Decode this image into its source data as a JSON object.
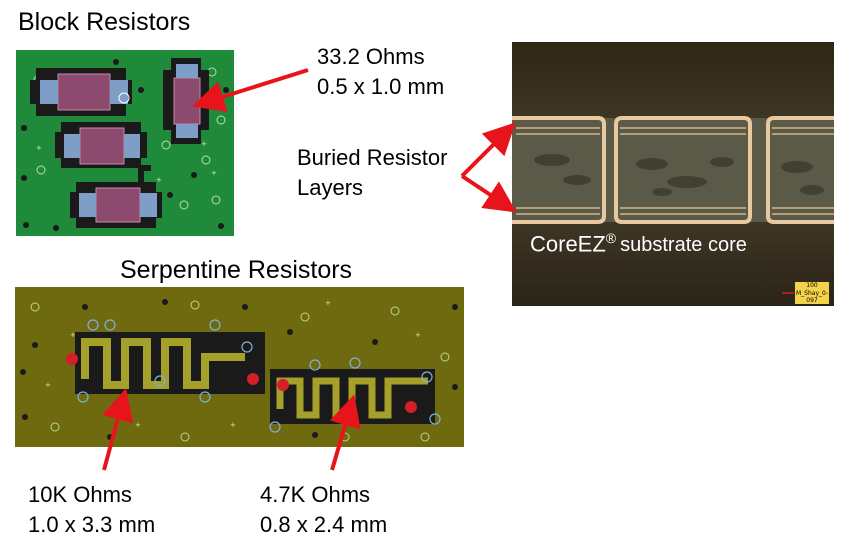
{
  "titles": {
    "block": "Block Resistors",
    "serpentine": "Serpentine Resistors"
  },
  "labels": {
    "block_value": "33.2 Ohms",
    "block_size": "0.5 x 1.0 mm",
    "buried_line1": "Buried Resistor",
    "buried_line2": "Layers",
    "serp1_value": "10K Ohms",
    "serp1_size": "1.0 x 3.3 mm",
    "serp2_value": "4.7K Ohms",
    "serp2_size": "0.8 x 2.4 mm"
  },
  "core": {
    "brand": "CoreEZ",
    "mark": "®",
    "suffix": "substrate core",
    "scale_label": "100 microns",
    "scale_id": "M_Shay_0-097"
  },
  "colors": {
    "arrow": "#e8141c",
    "block_board": "#1e8a3a",
    "serp_board": "#6f6a10",
    "core_bg": "#3b3221",
    "copper": "#e9c9a0"
  }
}
